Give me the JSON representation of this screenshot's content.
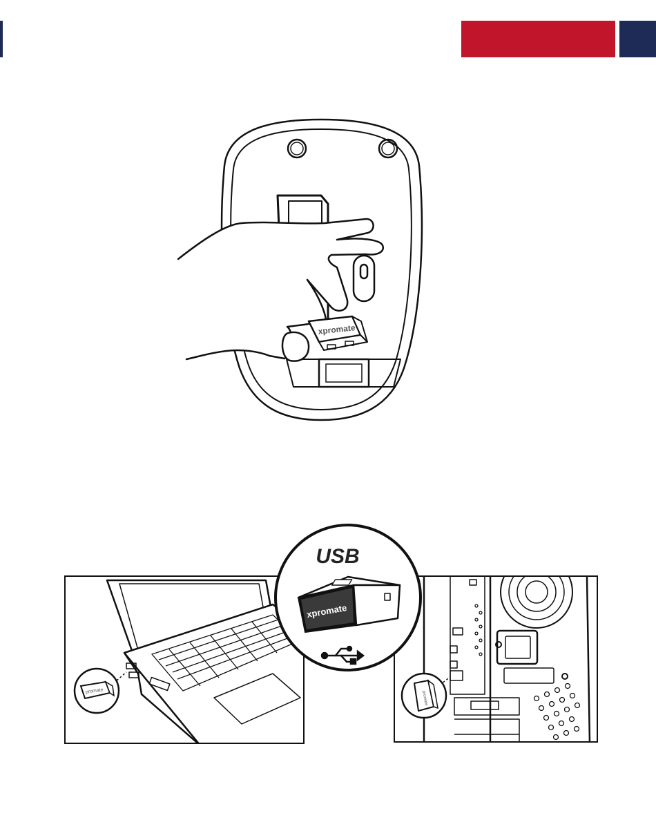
{
  "header": {
    "accent_red": "#c0152b",
    "accent_navy": "#1f2b57"
  },
  "figure_mouse": {
    "receiver_brand": "xpromate"
  },
  "figure_usb": {
    "title": "USB",
    "receiver_brand": "xpromate",
    "usb_symbol": "usb-icon",
    "laptop_callout_brand": "promate",
    "desktop_callout_brand": "promate"
  }
}
